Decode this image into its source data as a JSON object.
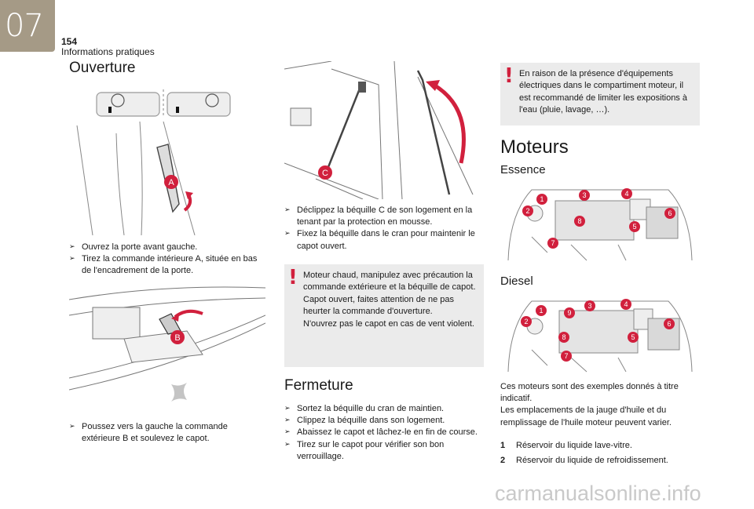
{
  "header": {
    "chapter": "07",
    "page_number": "154",
    "section": "Informations pratiques"
  },
  "ouverture": {
    "title": "Ouverture",
    "label_a": "A",
    "label_b": "B",
    "steps_1": [
      "Ouvrez la porte avant gauche.",
      "Tirez la commande intérieure A, située en bas de l'encadrement de la porte."
    ],
    "steps_2": [
      "Poussez vers la gauche la commande extérieure B et soulevez le capot."
    ],
    "label_c": "C",
    "steps_3": [
      "Déclippez la béquille C de son logement en la tenant par la protection en mousse.",
      "Fixez la béquille dans le cran pour maintenir le capot ouvert."
    ],
    "warning": "Moteur chaud, manipulez avec précaution la commande extérieure et la béquille de capot.\nCapot ouvert, faites attention de ne pas heurter la commande d'ouverture.\nN'ouvrez pas le capot en cas de vent violent."
  },
  "fermeture": {
    "title": "Fermeture",
    "steps": [
      "Sortez la béquille du cran de maintien.",
      "Clippez la béquille dans son logement.",
      "Abaissez le capot et lâchez-le en fin de course.",
      "Tirez sur le capot pour vérifier son bon verrouillage."
    ]
  },
  "right_warning": "En raison de la présence d'équipements électriques dans le compartiment moteur, il est recommandé de limiter les expositions à l'eau (pluie, lavage, …).",
  "moteurs": {
    "title": "Moteurs",
    "essence_title": "Essence",
    "diesel_title": "Diesel",
    "essence_labels": [
      "1",
      "2",
      "3",
      "4",
      "5",
      "6",
      "7",
      "8"
    ],
    "diesel_labels": [
      "1",
      "2",
      "3",
      "4",
      "5",
      "6",
      "7",
      "8",
      "9"
    ],
    "note": "Ces moteurs sont des exemples donnés à titre indicatif.\nLes emplacements de la jauge d'huile et du remplissage de l'huile moteur peuvent varier.",
    "legend": [
      {
        "num": "1",
        "text": "Réservoir du liquide lave-vitre."
      },
      {
        "num": "2",
        "text": "Réservoir du liquide de refroidissement."
      }
    ]
  },
  "colors": {
    "accent_red": "#d1203d",
    "chapter_tab": "#a59a86",
    "warning_bg": "#ebebeb"
  },
  "watermark": "carmanualsonline.info"
}
